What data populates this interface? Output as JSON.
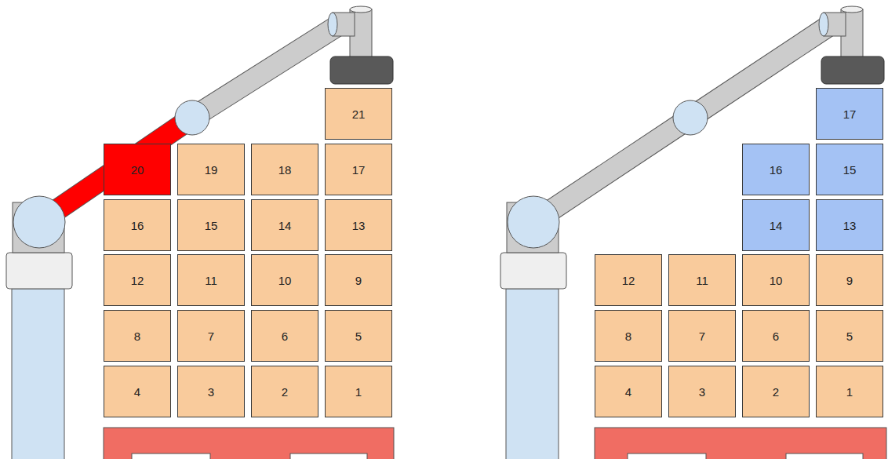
{
  "diagram": {
    "nodes": [
      {
        "text": [
          "21"
        ]
      },
      {
        "text": [
          "20"
        ]
      },
      {
        "text": [
          "19"
        ]
      },
      {
        "text": [
          "18"
        ]
      },
      {
        "text": [
          "17"
        ]
      },
      {
        "text": [
          "16"
        ]
      },
      {
        "text": [
          "15"
        ]
      },
      {
        "text": [
          "14"
        ]
      },
      {
        "text": [
          "13"
        ]
      },
      {
        "text": [
          "12"
        ]
      },
      {
        "text": [
          "11"
        ]
      },
      {
        "text": [
          "10"
        ]
      },
      {
        "text": [
          "9"
        ]
      },
      {
        "text": [
          "8"
        ]
      },
      {
        "text": [
          "7"
        ]
      },
      {
        "text": [
          "6"
        ]
      },
      {
        "text": [
          "5"
        ]
      },
      {
        "text": [
          "4"
        ]
      },
      {
        "text": [
          "3"
        ]
      },
      {
        "text": [
          "2"
        ]
      },
      {
        "text": [
          "1"
        ]
      },
      {
        "text": [
          "17"
        ]
      },
      {
        "text": [
          "16"
        ]
      },
      {
        "text": [
          "15"
        ]
      },
      {
        "text": [
          "14"
        ]
      },
      {
        "text": [
          "13"
        ]
      },
      {
        "text": [
          "12"
        ]
      },
      {
        "text": [
          "11"
        ]
      },
      {
        "text": [
          "10"
        ]
      },
      {
        "text": [
          "9"
        ]
      },
      {
        "text": [
          "8"
        ]
      },
      {
        "text": [
          "7"
        ]
      },
      {
        "text": [
          "6"
        ]
      },
      {
        "text": [
          "5"
        ]
      },
      {
        "text": [
          "4"
        ]
      },
      {
        "text": [
          "3"
        ]
      },
      {
        "text": [
          "2"
        ]
      },
      {
        "text": [
          "1"
        ]
      }
    ]
  }
}
